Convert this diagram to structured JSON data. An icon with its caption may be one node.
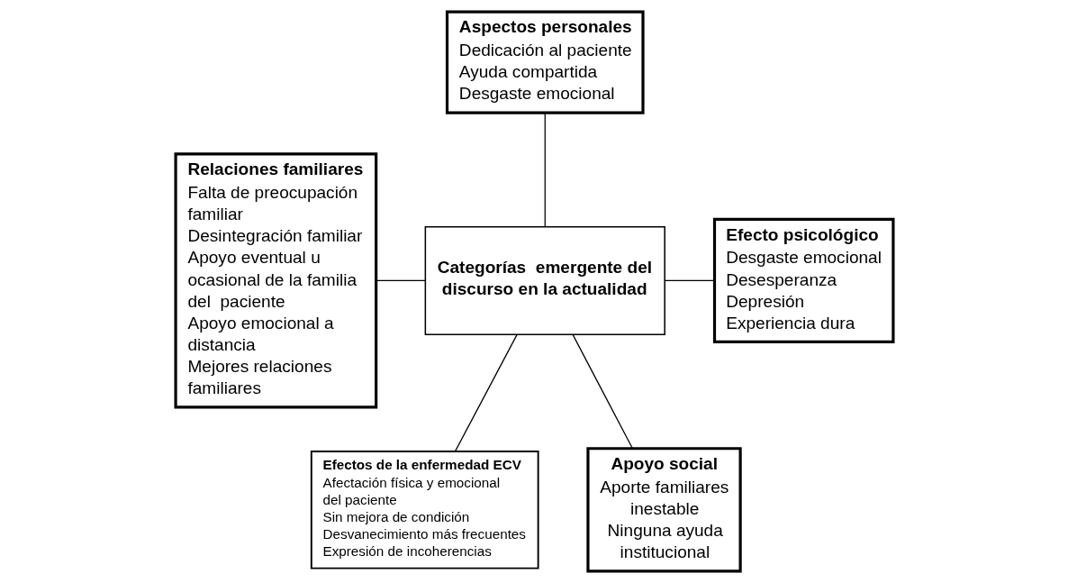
{
  "diagram": {
    "nodes": [
      {
        "text": [
          "Aspectos personales",
          "Dedicación al paciente",
          "Ayuda compartida",
          "Desgaste emocional"
        ]
      },
      {
        "text": [
          "Relaciones familiares",
          "Falta de preocupación familiar",
          "Desintegración familiar",
          "Apoyo eventual u ocasional de la familia del  paciente",
          "Apoyo emocional a distancia",
          "Mejores relaciones familiares"
        ]
      },
      {
        "text": [
          "Categorías  emergente del discurso en la actualidad"
        ]
      },
      {
        "text": [
          "Efecto psicológico",
          "Desgaste emocional",
          "Desesperanza",
          "Depresión",
          "Experiencia dura"
        ]
      },
      {
        "text": [
          "Efectos de la enfermedad ECV",
          "Afectación física y emocional del paciente",
          "Sin mejora de condición",
          "Desvanecimiento más frecuentes",
          "Expresión de incoherencias"
        ]
      },
      {
        "text": [
          "Apoyo social",
          "Aporte familiares inestable",
          "Ninguna ayuda institucional"
        ]
      }
    ],
    "edges": [
      {
        "from": 0,
        "to": 2,
        "arrow": "none"
      },
      {
        "from": 1,
        "to": 2,
        "arrow": "none"
      },
      {
        "from": 2,
        "to": 3,
        "arrow": "none"
      },
      {
        "from": 2,
        "to": 4,
        "arrow": "none"
      },
      {
        "from": 2,
        "to": 5,
        "arrow": "none"
      }
    ]
  }
}
